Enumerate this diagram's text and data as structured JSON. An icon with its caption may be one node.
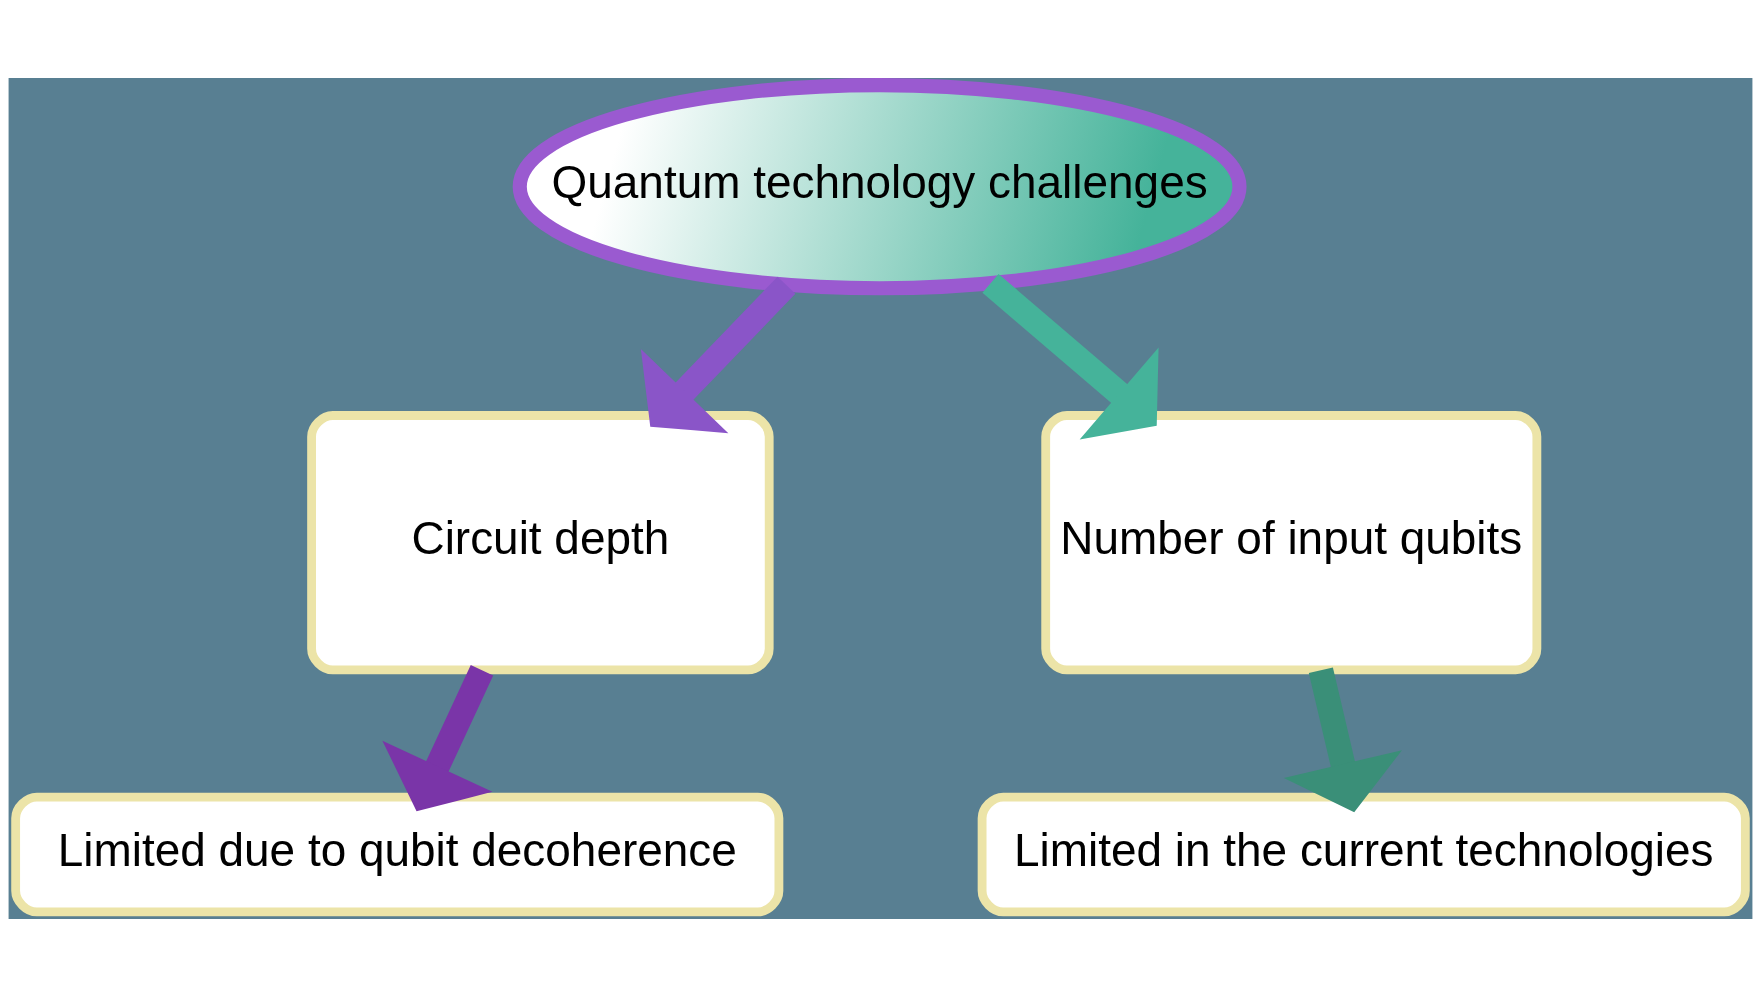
{
  "diagram": {
    "nodes": [
      {
        "text": [
          "Quantum technology challenges"
        ]
      },
      {
        "text": [
          "Circuit depth"
        ]
      },
      {
        "text": [
          "Number of input qubits"
        ]
      },
      {
        "text": [
          "Limited due to qubit decoherence"
        ]
      },
      {
        "text": [
          "Limited in the current technologies"
        ]
      }
    ],
    "edges": [
      {
        "from": 0,
        "to": 1,
        "arrow": "to",
        "color": "#8a55c8"
      },
      {
        "from": 0,
        "to": 2,
        "arrow": "to",
        "color": "#45b39a"
      },
      {
        "from": 1,
        "to": 3,
        "arrow": "to",
        "color": "#7a35a8"
      },
      {
        "from": 2,
        "to": 4,
        "arrow": "to",
        "color": "#3a8f78"
      }
    ]
  }
}
